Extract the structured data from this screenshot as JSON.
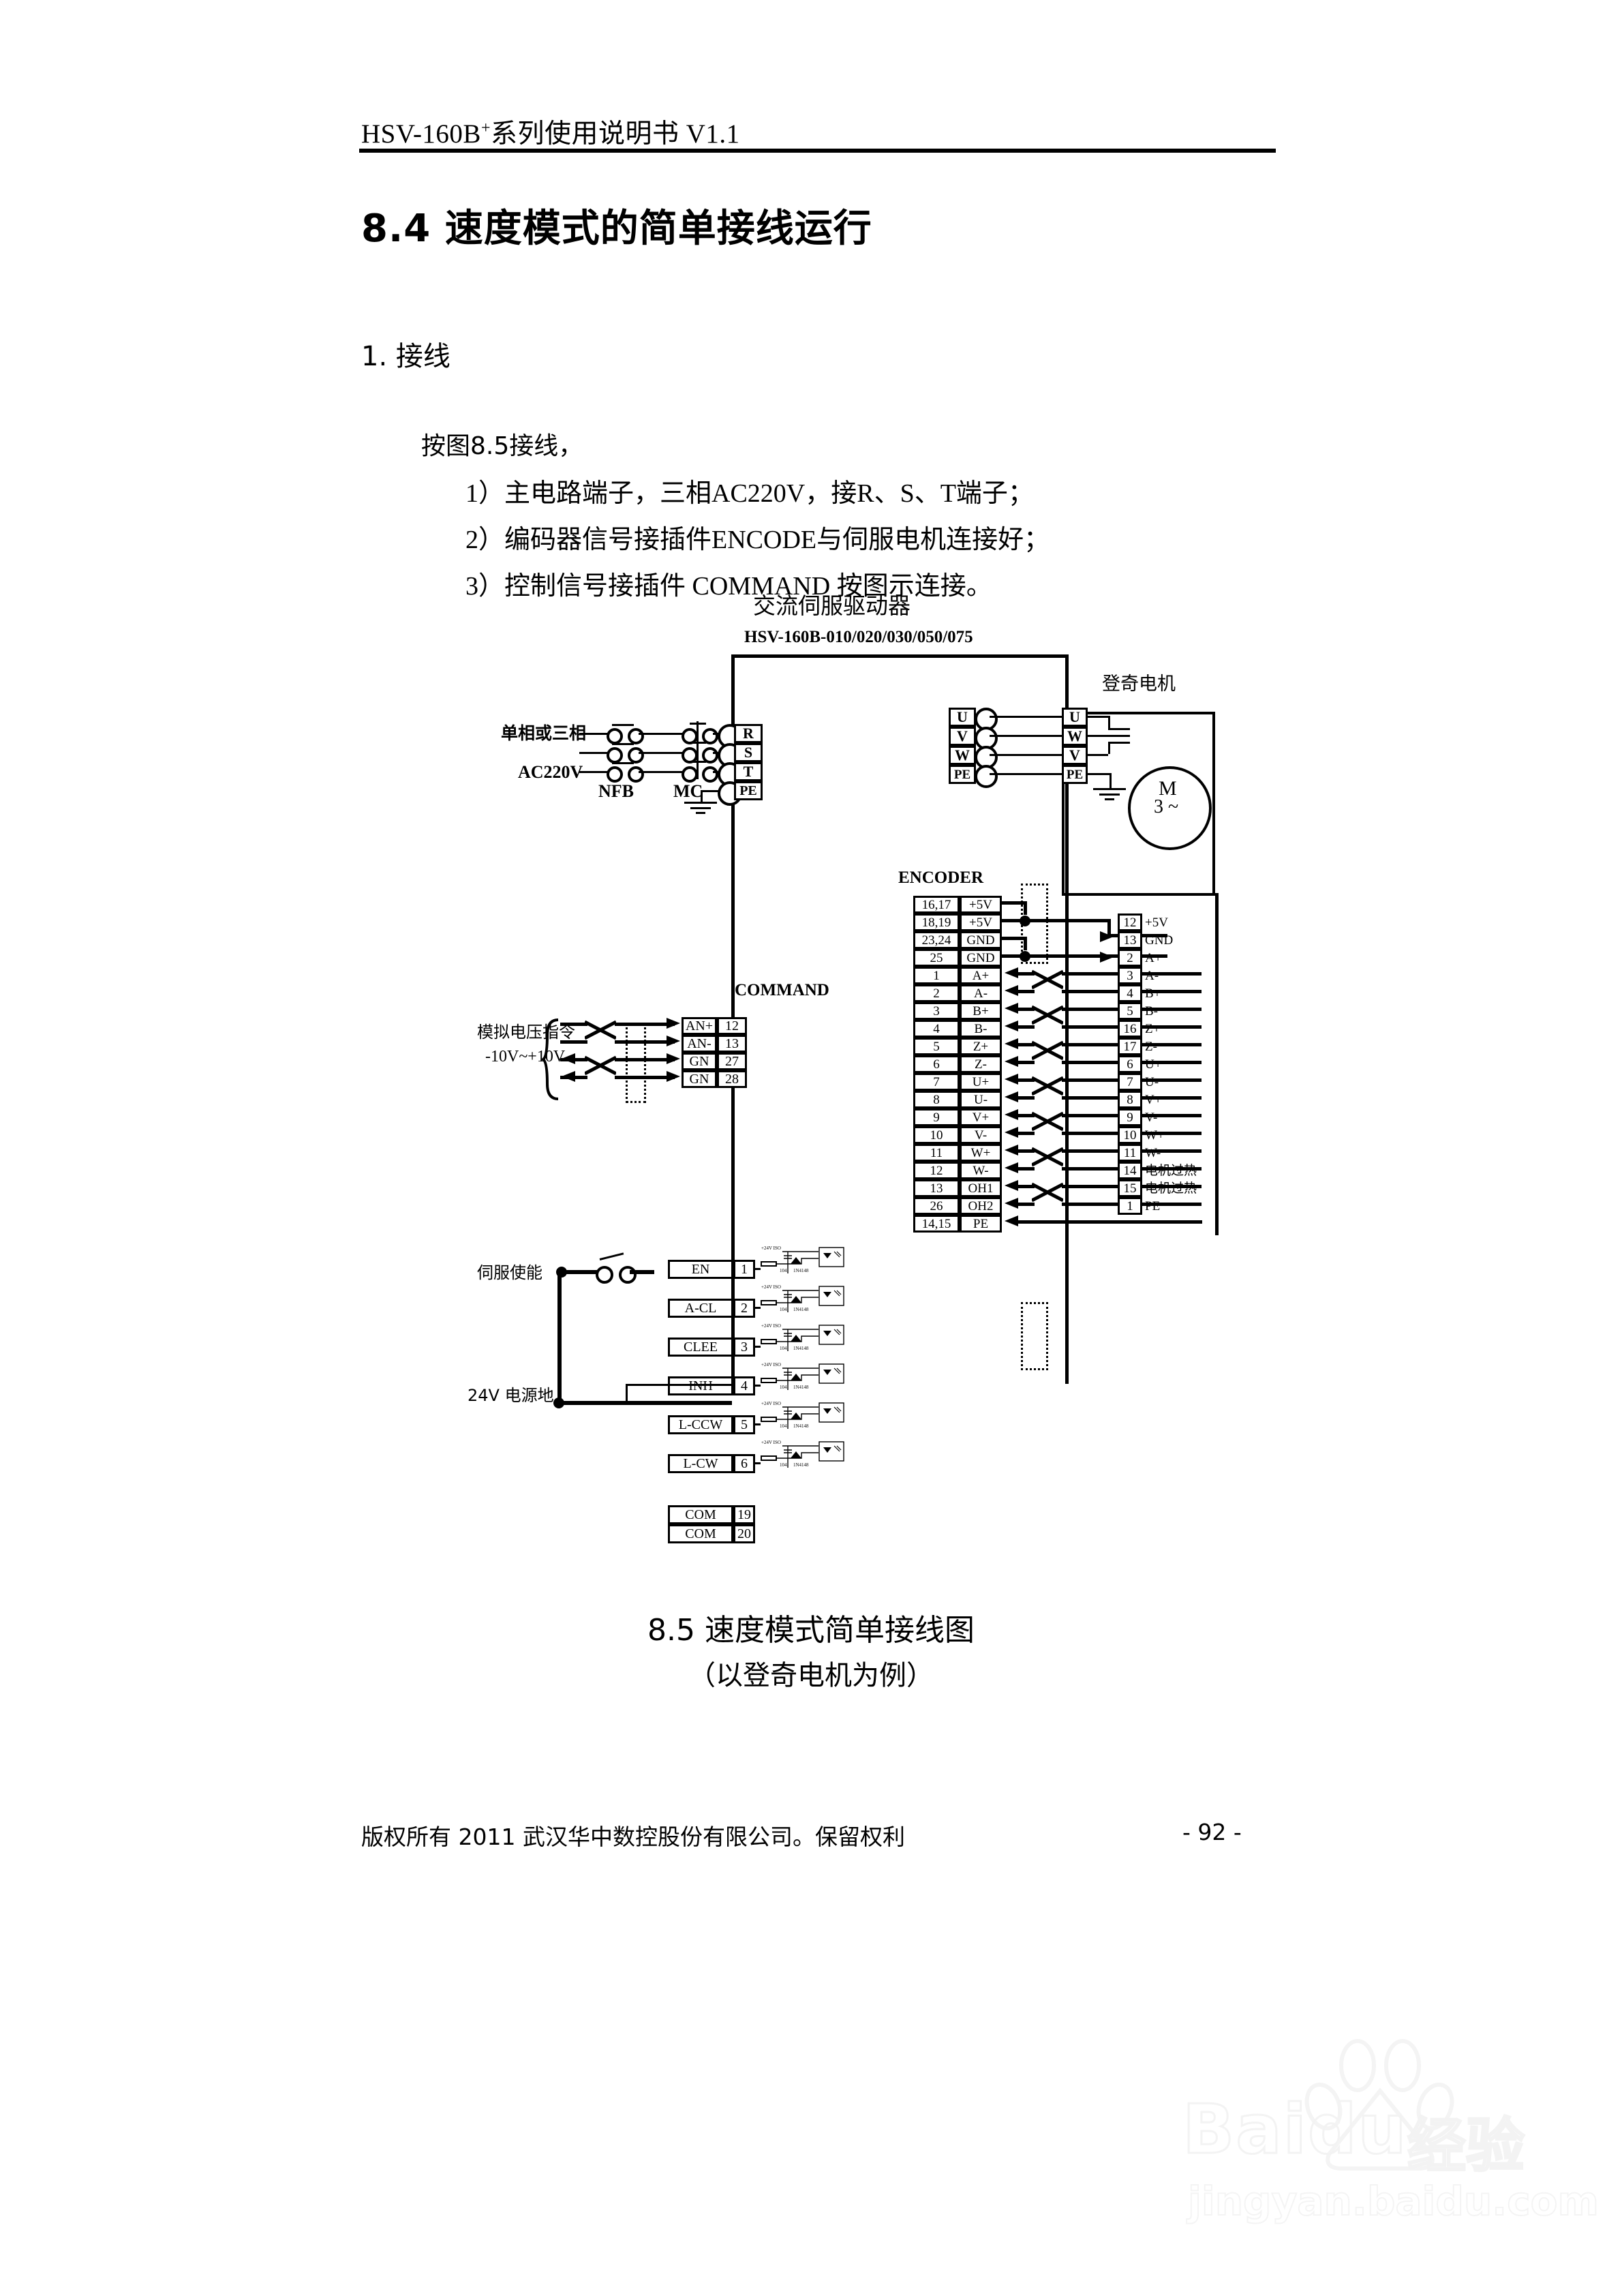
{
  "header": {
    "running_head_prefix": "HSV-160B",
    "running_head_sup": "+",
    "running_head_rest": "系列使用说明书 V1.1"
  },
  "section": {
    "number": "8.4",
    "title": "速度模式的简单接线运行",
    "subheading": "1. 接线",
    "intro": "按图8.5接线，",
    "steps": [
      "1）主电路端子，三相AC220V，接R、S、T端子；",
      "2）编码器信号接插件ENCODE与伺服电机连接好；",
      "3）控制信号接插件 COMMAND 按图示连接。"
    ]
  },
  "figure": {
    "drive_title": "交流伺服驱动器",
    "drive_model": "HSV-160B-010/020/030/050/075",
    "motor_title": "登奇电机",
    "motor_symbol_top": "M",
    "motor_symbol_bottom": "3 ~",
    "power": {
      "label_line1": "单相或三相",
      "label_line2": "AC220V",
      "nfb": "NFB",
      "mc": "MC",
      "terminals": [
        "R",
        "S",
        "T",
        "PE"
      ]
    },
    "drive_motor_terminals": [
      "U",
      "V",
      "W",
      "PE"
    ],
    "motor_terminals": [
      "U",
      "W",
      "V",
      "PE"
    ],
    "encoder_label": "ENCODER",
    "command_label": "COMMAND",
    "encoder_rows": [
      {
        "pin": "16,17",
        "sig": "+5V"
      },
      {
        "pin": "18,19",
        "sig": "+5V"
      },
      {
        "pin": "23,24",
        "sig": "GND"
      },
      {
        "pin": "25",
        "sig": "GND"
      },
      {
        "pin": "1",
        "sig": "A+"
      },
      {
        "pin": "2",
        "sig": "A-"
      },
      {
        "pin": "3",
        "sig": "B+"
      },
      {
        "pin": "4",
        "sig": "B-"
      },
      {
        "pin": "5",
        "sig": "Z+"
      },
      {
        "pin": "6",
        "sig": "Z-"
      },
      {
        "pin": "7",
        "sig": "U+"
      },
      {
        "pin": "8",
        "sig": "U-"
      },
      {
        "pin": "9",
        "sig": "V+"
      },
      {
        "pin": "10",
        "sig": "V-"
      },
      {
        "pin": "11",
        "sig": "W+"
      },
      {
        "pin": "12",
        "sig": "W-"
      },
      {
        "pin": "13",
        "sig": "OH1"
      },
      {
        "pin": "26",
        "sig": "OH2"
      },
      {
        "pin": "14,15",
        "sig": "PE"
      }
    ],
    "motor_encoder_rows": [
      {
        "pin": "12",
        "sig": "+5V"
      },
      {
        "pin": "13",
        "sig": "GND"
      },
      {
        "pin": "2",
        "sig": "A+"
      },
      {
        "pin": "3",
        "sig": "A-"
      },
      {
        "pin": "4",
        "sig": "B+"
      },
      {
        "pin": "5",
        "sig": "B-"
      },
      {
        "pin": "16",
        "sig": "Z+"
      },
      {
        "pin": "17",
        "sig": "Z-"
      },
      {
        "pin": "6",
        "sig": "U+"
      },
      {
        "pin": "7",
        "sig": "U-"
      },
      {
        "pin": "8",
        "sig": "V+"
      },
      {
        "pin": "9",
        "sig": "V-"
      },
      {
        "pin": "10",
        "sig": "W+"
      },
      {
        "pin": "11",
        "sig": "W-"
      },
      {
        "pin": "14",
        "sig": "电机过热"
      },
      {
        "pin": "15",
        "sig": "电机过热"
      },
      {
        "pin": "1",
        "sig": "PE"
      }
    ],
    "analog": {
      "label_line1": "模拟电压指令",
      "label_line2": "-10V~+10V",
      "rows": [
        {
          "sig": "AN+",
          "pin": "12"
        },
        {
          "sig": "AN-",
          "pin": "13"
        },
        {
          "sig": "GN",
          "pin": "27"
        },
        {
          "sig": "GN",
          "pin": "28"
        }
      ]
    },
    "digital": {
      "enable_label": "伺服使能",
      "ground_label": "24V 电源地",
      "rows": [
        {
          "sig": "EN",
          "pin": "1"
        },
        {
          "sig": "A-CL",
          "pin": "2"
        },
        {
          "sig": "CLEE",
          "pin": "3"
        },
        {
          "sig": "INH",
          "pin": "4"
        },
        {
          "sig": "L-CCW",
          "pin": "5"
        },
        {
          "sig": "L-CW",
          "pin": "6"
        }
      ],
      "com_rows": [
        {
          "sig": "COM",
          "pin": "19"
        },
        {
          "sig": "COM",
          "pin": "20"
        }
      ],
      "opto_supply": "+24V ISO",
      "opto_cap": "104",
      "opto_diode": "1N4148"
    }
  },
  "caption": {
    "line1": "8.5  速度模式简单接线图",
    "line2": "（以登奇电机为例）"
  },
  "footer": {
    "copyright": "版权所有   2011    武汉华中数控股份有限公司。保留权利",
    "page_number": "- 92 -"
  },
  "watermark": {
    "brand": "Baidu",
    "brand_cn": "经验",
    "url": "jingyan.baidu.com"
  }
}
